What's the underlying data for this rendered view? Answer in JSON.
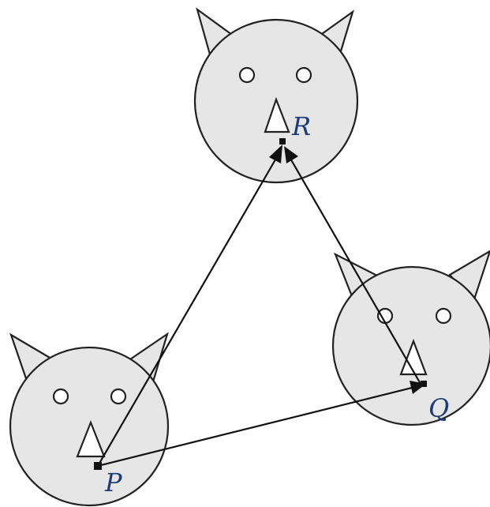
{
  "labels": {
    "p": "P",
    "q": "Q",
    "r": "R"
  },
  "colors": {
    "head_fill": "#e6e6e6",
    "outline": "#222222",
    "label": "#1f3a7a"
  }
}
